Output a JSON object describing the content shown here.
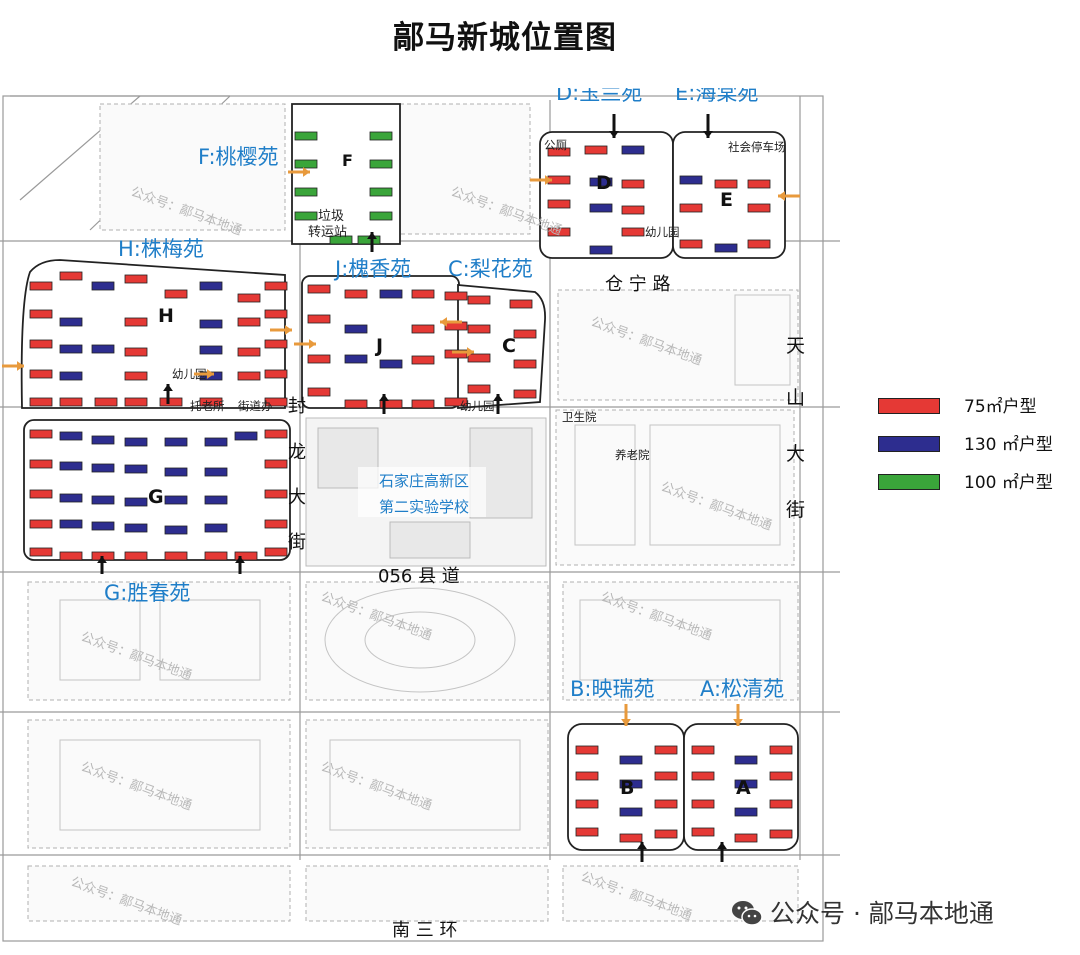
{
  "title": "鄗马新城位置图",
  "colors": {
    "red_unit": "#e53935",
    "blue_unit": "#2d2d8f",
    "green_unit": "#3aa53a",
    "community_label": "#1f7ec8",
    "orange_arrow": "#e89a3c",
    "block_outline": "#222222"
  },
  "legend": [
    {
      "label": "75㎡户型",
      "color": "#e53935"
    },
    {
      "label": "130 ㎡户型",
      "color": "#2d2d8f"
    },
    {
      "label": "100 ㎡户型",
      "color": "#3aa53a"
    }
  ],
  "communities": {
    "D": "D:玉兰苑",
    "E": "E:海棠苑",
    "F": "F:桃樱苑",
    "H": "H:株梅苑",
    "J": "J:槐香苑",
    "C": "C:梨花苑",
    "G": "G:胜春苑",
    "B": "B:映瑞苑",
    "A": "A:松清苑"
  },
  "block_letters": [
    "D",
    "E",
    "F",
    "H",
    "J",
    "C",
    "G",
    "B",
    "A"
  ],
  "roads": {
    "cangning": "仓 宁 路",
    "tianshan": [
      "天",
      "山",
      "大",
      "街"
    ],
    "fenglong": [
      "封",
      "龙",
      "大",
      "街"
    ],
    "county_road": "056 县 道",
    "south_ring": "南 三 环"
  },
  "facilities": {
    "school": [
      "石家庄高新区",
      "第二实验学校"
    ],
    "hospital": "卫生院",
    "elderly_home": "养老院",
    "kindergarten": "幼儿园",
    "public_toilet": "公厕",
    "parking": "社会停车场",
    "garbage_station": [
      "垃圾",
      "转运站"
    ],
    "nursery": "托老所",
    "street_office": "街道办"
  },
  "watermark": "公众号：鄗马本地通",
  "footer_brand": "公众号 · 鄗马本地通"
}
